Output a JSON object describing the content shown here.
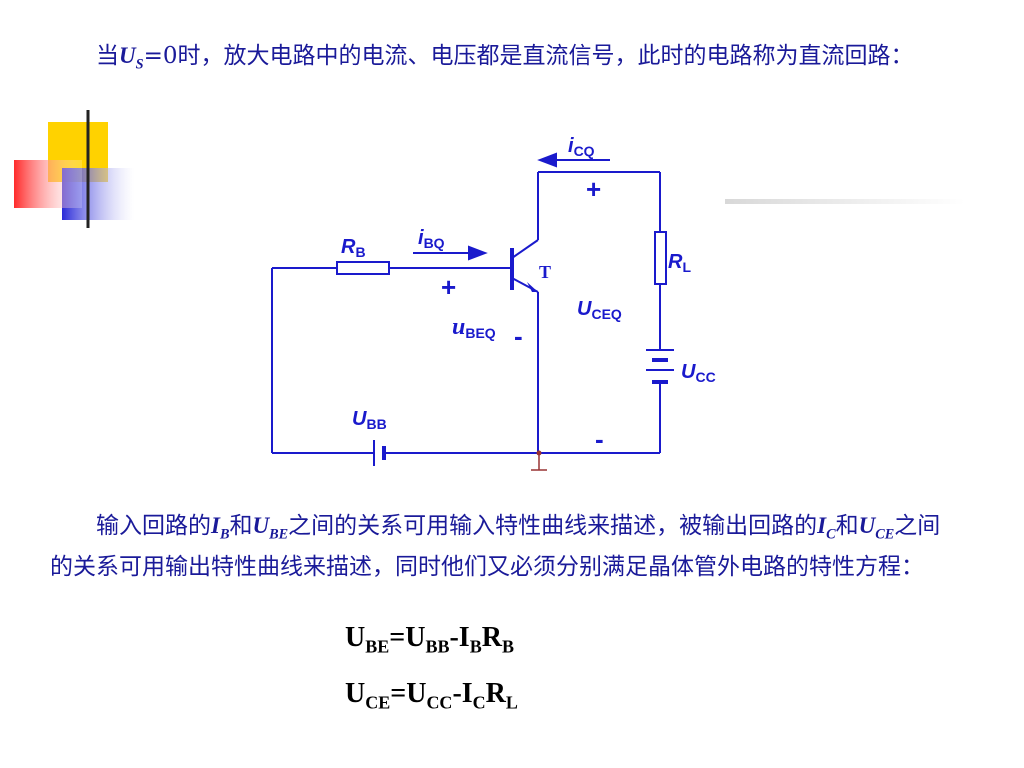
{
  "intro": {
    "t1": "当",
    "var": "U",
    "var_sub": "S",
    "t2": "=0时，放大电路中的电流、电压都是直流信号，此时的电路称为直流回路："
  },
  "circuit": {
    "icq": "i",
    "icq_sub": "CQ",
    "plus_top": "+",
    "rb": "R",
    "rb_sub": "B",
    "ibq": "i",
    "ibq_sub": "BQ",
    "t_label": "T",
    "rl": "R",
    "rl_sub": "L",
    "plus_mid": "+",
    "ubeq": "u",
    "ubeq_sub": "BEQ",
    "minus_mid": "-",
    "uceq": "U",
    "uceq_sub": "CEQ",
    "ucc": "U",
    "ucc_sub": "CC",
    "ubb": "U",
    "ubb_sub": "BB",
    "minus_bottom": "-"
  },
  "description": {
    "t1": "输入回路的",
    "ib": "I",
    "ib_sub": "B",
    "t2": "和",
    "ube": "U",
    "ube_sub": "BE",
    "t3": "之间的关系可用输入特性曲线来描述，被输出回路的",
    "ic": "I",
    "ic_sub": "C",
    "t4": "和",
    "uce": "U",
    "uce_sub": "CE",
    "t5": "之间的关系可用输出特性曲线来描述，同时他们又必须分别满足晶体管外电路的特性方程："
  },
  "equations": {
    "eq1": {
      "a": "U",
      "a_sub": "BE",
      "eq": "=U",
      "b_sub": "BB",
      "mid": "-I",
      "c_sub": "B",
      "r": "R",
      "d_sub": "B"
    },
    "eq2": {
      "a": "U",
      "a_sub": "CE",
      "eq": "=U",
      "b_sub": "CC",
      "mid": "-I",
      "c_sub": "C",
      "r": "R",
      "d_sub": "L"
    }
  },
  "colors": {
    "text": "#1a1a99",
    "wire": "#1a1acc",
    "accent_yellow": "#ffd200",
    "accent_red": "#ff3b3b",
    "accent_blue": "#3b3bdd"
  }
}
